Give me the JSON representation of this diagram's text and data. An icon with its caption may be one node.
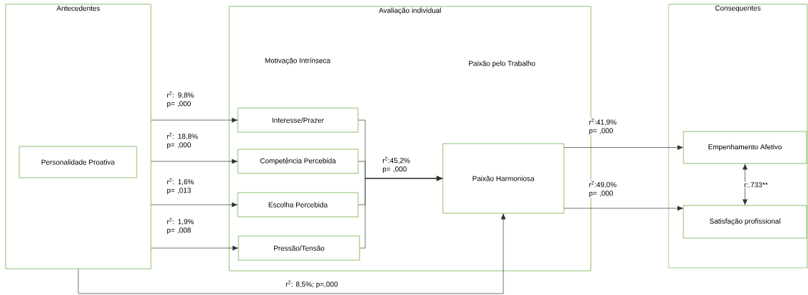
{
  "diagram": {
    "nodes": [
      {
        "text": [
          "Antecedentes"
        ]
      },
      {
        "text": [
          "Personalidade Proativa"
        ],
        "in": 0
      },
      {
        "text": [
          "Avaliação individual"
        ]
      },
      {
        "text": [
          "Interesse/Prazer"
        ],
        "in": 2
      },
      {
        "text": [
          "Competência Percebida"
        ],
        "in": 2
      },
      {
        "text": [
          "Escolha Percebida"
        ],
        "in": 2
      },
      {
        "text": [
          "Pressão/Tensão"
        ],
        "in": 2
      },
      {
        "text": [
          "Paixão Harmoniosa"
        ],
        "in": 2
      },
      {
        "text": [
          "Consequentes"
        ]
      },
      {
        "text": [
          "Empenhamento  Afetivo"
        ],
        "in": 8
      },
      {
        "text": [
          "Satisfação profissional"
        ],
        "in": 8
      }
    ],
    "edges": [
      {
        "from": 0,
        "to": 3,
        "arrow": "to",
        "label": "r$^{2}$: 9,8% p= ,000"
      },
      {
        "from": 0,
        "to": 4,
        "arrow": "to",
        "label": "r$^{2}$: 18,8% p= ,000"
      },
      {
        "from": 0,
        "to": 5,
        "arrow": "to",
        "label": "r$^{2}$: 1,6% p= ,013"
      },
      {
        "from": 0,
        "to": 6,
        "arrow": "to",
        "label": "r$^{2}$: 1,9% p= ,008"
      },
      {
        "from": 3,
        "to": 7,
        "arrow": "to",
        "label": "r$^{2}$:45,2% p= ,000"
      },
      {
        "from": 4,
        "to": 7,
        "arrow": "to"
      },
      {
        "from": 5,
        "to": 7,
        "arrow": "to"
      },
      {
        "from": 6,
        "to": 7,
        "arrow": "to"
      },
      {
        "from": 7,
        "to": 9,
        "arrow": "to",
        "label": "r$^{2}$:41,9% p= ,000"
      },
      {
        "from": 7,
        "to": 10,
        "arrow": "to",
        "label": "r$^{2}$:49,0% p= ,000"
      },
      {
        "from": 9,
        "to": 10,
        "arrow": "both",
        "label": "r:.733**"
      },
      {
        "from": 0,
        "to": 7,
        "arrow": "to",
        "label": "r$^{2}$: 8,5%; p=,000"
      }
    ],
    "labels": [
      "Motivação Intrínseca",
      "Paixão pelo Trabalho"
    ]
  }
}
